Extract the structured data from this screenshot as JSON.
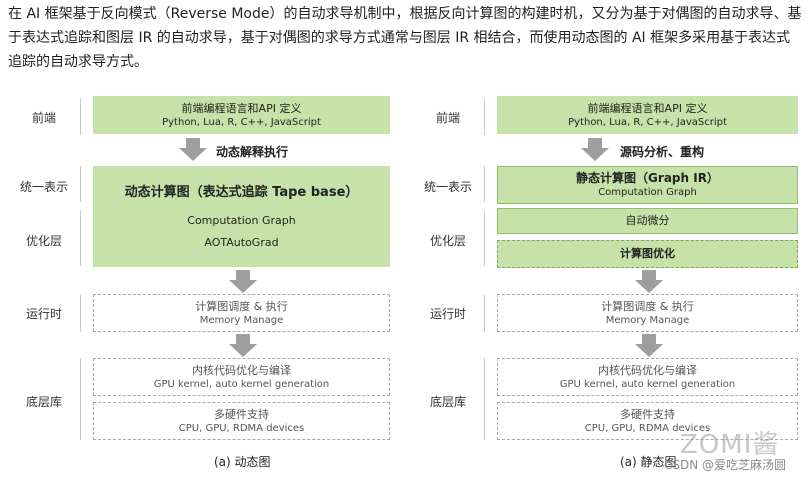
{
  "intro": "在 AI 框架基于反向模式（Reverse Mode）的自动求导机制中，根据反向计算图的构建时机，又分为基于对偶图的自动求导、基于表达式追踪和图层 IR 的自动求导，基于对偶图的求导方式通常与图层 IR 相结合，而使用动态图的 AI 框架多采用基于表达式追踪的自动求导方式。",
  "layers": {
    "frontend": "前端",
    "unified": "统一表示",
    "optimize": "优化层",
    "runtime": "运行时",
    "lowlevel": "底层库"
  },
  "left": {
    "frontend_title": "前端编程语言和API 定义",
    "frontend_sub": "Python, Lua, R, C++, JavaScript",
    "arrow_label": "动态解释执行",
    "graph_title": "动态计算图（表达式追踪 Tape base）",
    "graph_line1": "Computation Graph",
    "graph_line2": "AOTAutoGrad",
    "runtime_title": "计算图调度 & 执行",
    "runtime_sub": "Memory Manage",
    "kernel_title": "内核代码优化与编译",
    "kernel_sub": "GPU kernel, auto kernel generation",
    "hw_title": "多硬件支持",
    "hw_sub": "CPU, GPU, RDMA devices",
    "caption": "(a) 动态图"
  },
  "right": {
    "frontend_title": "前端编程语言和API 定义",
    "frontend_sub": "Python, Lua, R, C++, JavaScript",
    "arrow_label": "源码分析、重构",
    "graph_title": "静态计算图（Graph IR）",
    "graph_sub": "Computation Graph",
    "autodiff": "自动微分",
    "graph_opt": "计算图优化",
    "runtime_title": "计算图调度 & 执行",
    "runtime_sub": "Memory Manage",
    "kernel_title": "内核代码优化与编译",
    "kernel_sub": "GPU kernel, auto kernel generation",
    "hw_title": "多硬件支持",
    "hw_sub": "CPU, GPU, RDMA devices",
    "caption": "(a) 静态图"
  },
  "watermark": {
    "logo": "ZOMI酱",
    "credit": "CSDN @爱吃芝麻汤圆"
  },
  "colors": {
    "green_fill": "#c5e3a8",
    "arrow_gray": "#9e9e9e",
    "dashed_border": "#a9a9a9"
  }
}
